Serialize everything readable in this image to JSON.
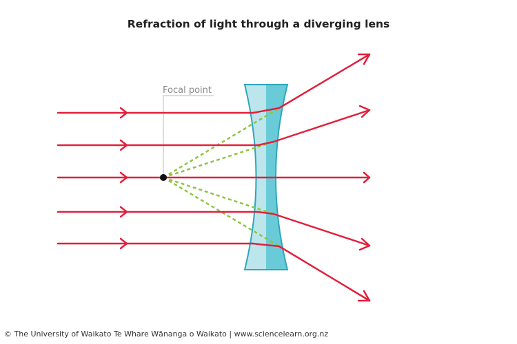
{
  "title": "Refraction of light through a diverging lens",
  "labels": {
    "focal_point": "Focal point"
  },
  "credit": "© The University of Waikato Te Whare Wānanga o Waikato | www.sciencelearn.org.nz",
  "colors": {
    "ray": "#e21f3a",
    "extension": "#8cc63f",
    "lens_fill": "#a6dde6",
    "lens_shadow": "#55c4d3",
    "lens_edge": "#2ca7bb",
    "focal_leader": "#bbbbbb",
    "focal_label": "#888888",
    "focal_point": "#111111"
  }
}
